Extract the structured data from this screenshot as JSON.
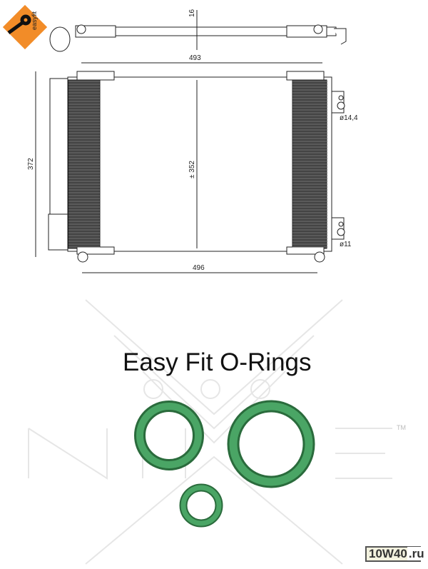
{
  "logo": {
    "text": "easyfit",
    "color": "#f28c28"
  },
  "dimensions": {
    "pipe_height": "16",
    "top_width": "493",
    "height_total": "372",
    "core_height": "± 352",
    "bottom_width": "496",
    "port_upper": "ø14,4",
    "port_lower": "ø11"
  },
  "title": "Easy Fit O-Rings",
  "watermark": {
    "trademark": "TM"
  },
  "badge": {
    "main": "10W40",
    "suffix": ".ru"
  },
  "colors": {
    "oring": "#3f9a5a",
    "oring_dark": "#2a6b3c"
  }
}
